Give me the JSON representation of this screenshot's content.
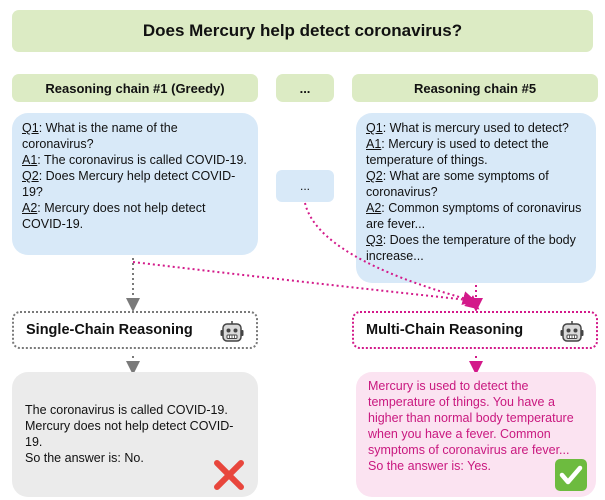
{
  "title": "Does Mercury help detect coronavirus?",
  "chain1": {
    "header": "Reasoning chain #1 (Greedy)",
    "lines": [
      {
        "tag": "Q1",
        "text": ": What is the name of the coronavirus?"
      },
      {
        "tag": "A1",
        "text": ": The coronavirus is called COVID-19."
      },
      {
        "tag": "Q2",
        "text": ": Does Mercury help detect COVID-19?"
      },
      {
        "tag": "A2",
        "text": ": Mercury does not help detect COVID-19."
      }
    ]
  },
  "middle": {
    "header": "...",
    "box": "..."
  },
  "chain5": {
    "header": "Reasoning chain #5",
    "lines": [
      {
        "tag": "Q1",
        "text": ": What is mercury used to detect?"
      },
      {
        "tag": "A1",
        "text": ": Mercury is used to detect the temperature of things."
      },
      {
        "tag": "Q2",
        "text": ": What are some symptoms of coronavirus?"
      },
      {
        "tag": "A2",
        "text": ": Common symptoms of coronavirus are fever..."
      },
      {
        "tag": "Q3",
        "text": ": Does the temperature of the body increase..."
      }
    ]
  },
  "single": {
    "label": "Single-Chain Reasoning",
    "answer": "The coronavirus is called COVID-19. Mercury does not help detect COVID-19.",
    "verdict": "So the answer is: No."
  },
  "multi": {
    "label": "Multi-Chain Reasoning",
    "answer": "Mercury is used to detect the temperature of things. You have a higher than normal body temperature when you have a fever. Common symptoms of coronavirus are fever...",
    "verdict": "So the answer is: Yes."
  },
  "colors": {
    "green": "#dcebc4",
    "blue": "#d8e9f8",
    "gray_box": "#ebebeb",
    "pink_box": "#fbe3f1",
    "magenta": "#d31a8a",
    "gray_line": "#7a7a7a",
    "cross": "#e8463c",
    "check": "#6dbb3f"
  },
  "icons": {
    "robot": "robot-icon",
    "cross": "cross-mark-icon",
    "check": "check-mark-icon"
  }
}
